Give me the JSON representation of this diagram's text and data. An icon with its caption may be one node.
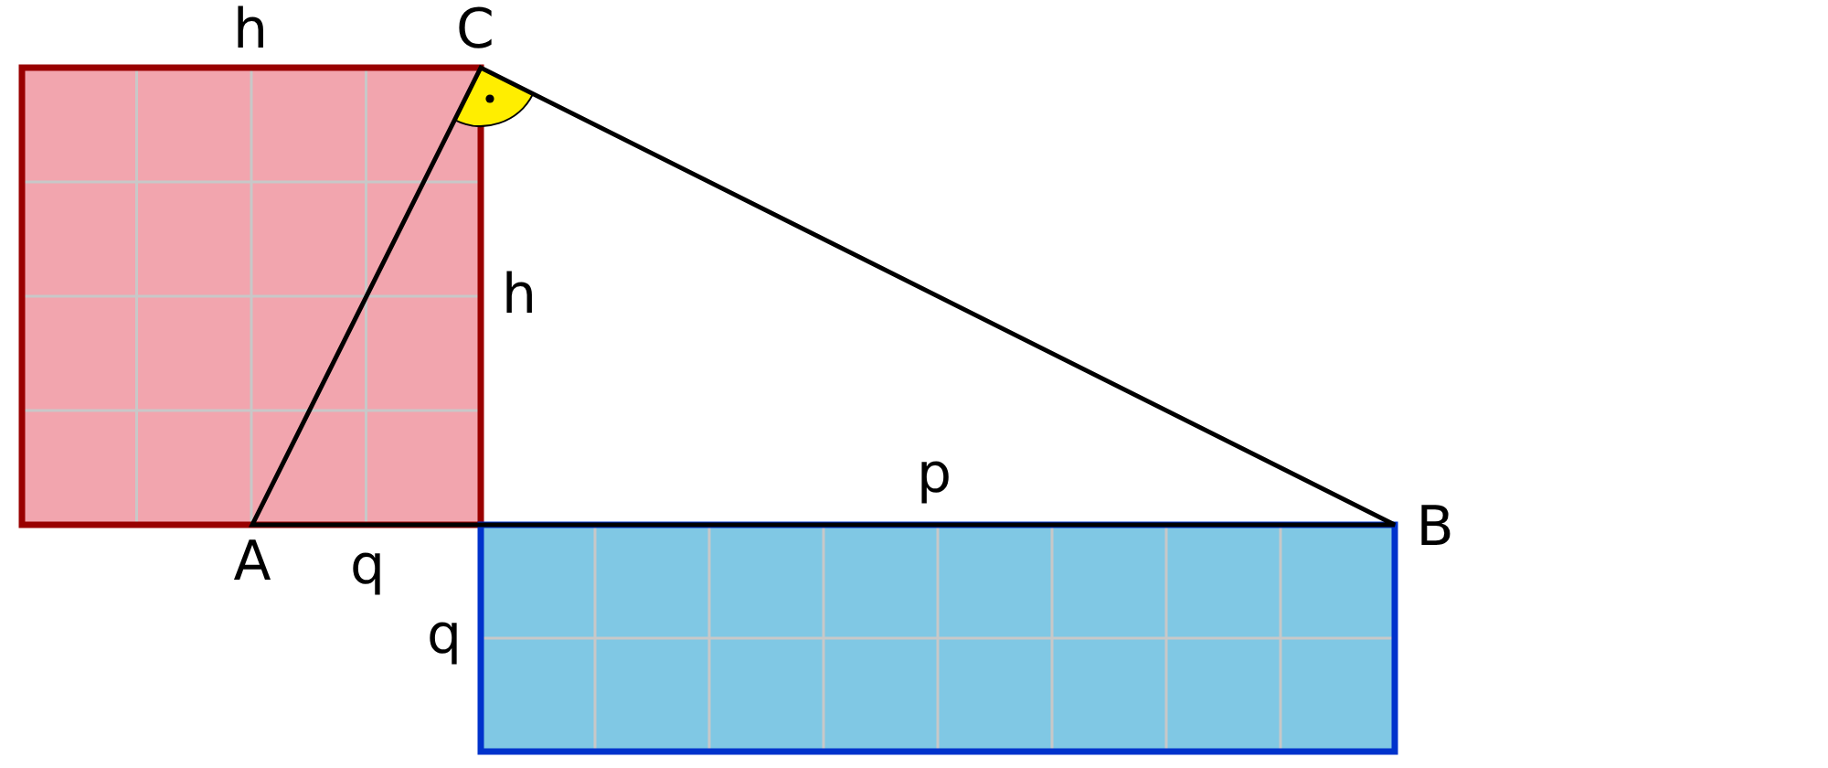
{
  "diagram": {
    "labels": [
      "h",
      "C",
      "h",
      "p",
      "B",
      "A",
      "q",
      "q"
    ]
  }
}
